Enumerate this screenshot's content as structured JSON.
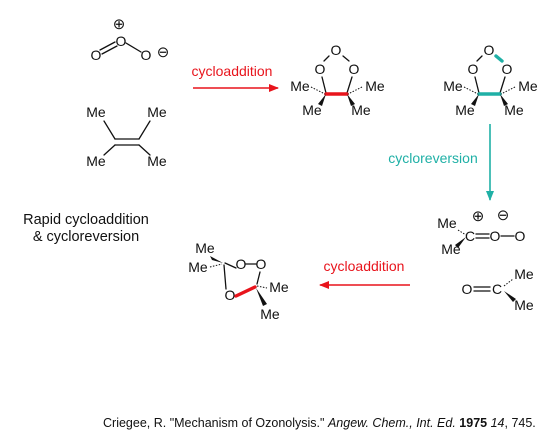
{
  "arrows": {
    "cycloaddition_top": "cycloaddition",
    "cycloreversion": "cycloreversion",
    "cycloaddition_bottom": "cycloaddition"
  },
  "note": {
    "line1": "Rapid cycloaddition",
    "line2": "& cycloreversion"
  },
  "atoms": {
    "O": "O",
    "C": "C",
    "Me": "Me",
    "plus": "⊕",
    "minus": "⊖"
  },
  "colors": {
    "cycloaddition": "#e8141c",
    "cycloreversion": "#1fb0a6"
  },
  "citation": {
    "prefix": "Criegee, R. \"Mechanism of Ozonolysis.\"",
    "journal": "Angew. Chem., Int. Ed.",
    "year": "1975",
    "volume": "14",
    "pages": ", 745."
  }
}
